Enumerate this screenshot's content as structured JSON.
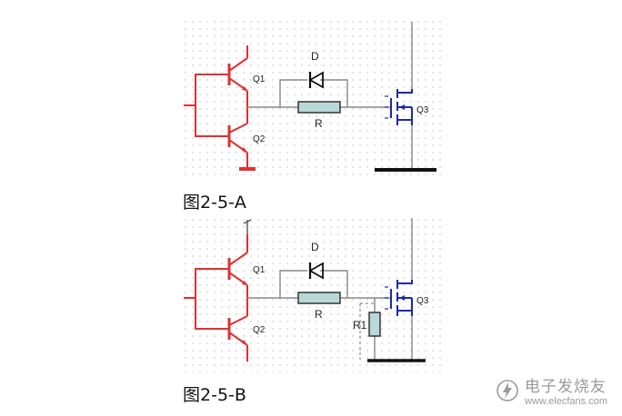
{
  "diagram_a": {
    "caption": "图2-5-A",
    "labels": {
      "q1": "Q1",
      "q2": "Q2",
      "diode": "D",
      "resistor": "R",
      "mosfet": "Q3"
    }
  },
  "diagram_b": {
    "caption": "图2-5-B",
    "labels": {
      "q1": "Q1",
      "q2": "Q2",
      "diode": "D",
      "resistor": "R",
      "resistor2": "R1",
      "mosfet": "Q3"
    }
  },
  "watermark": {
    "name": "电子发烧友",
    "site": "www.elecfans.com"
  },
  "colors": {
    "drive": "#e03030",
    "wire": "#888888",
    "mosfet": "#1f2aa8",
    "resistor_fill": "#b9d8d8",
    "ground": "#111111"
  }
}
